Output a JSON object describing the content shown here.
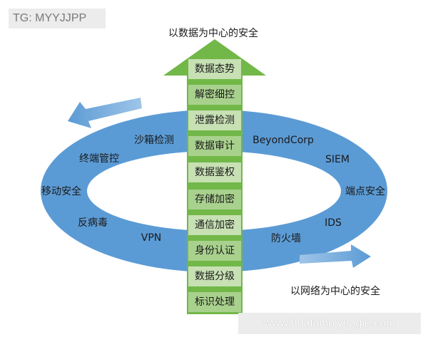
{
  "watermark": {
    "tg_label": "TG: MYYJJPP",
    "url_label": "www.huataiholyeagle.com"
  },
  "diagram": {
    "top_title": "以数据为中心的安全",
    "bottom_title": "以网络为中心的安全",
    "ring_labels": [
      "沙箱检测",
      "终端管控",
      "移动安全",
      "反病毒",
      "VPN",
      "BeyondCorp",
      "SIEM",
      "端点安全",
      "IDS",
      "防火墙"
    ],
    "stack_labels": [
      "数据态势",
      "解密细控",
      "泄露检测",
      "数据审计",
      "数据鉴权",
      "存储加密",
      "通信加密",
      "身份认证",
      "数据分级",
      "标识处理"
    ],
    "colors": {
      "ring": "#5b9bd5",
      "arrow_green": "#72b848",
      "stack_light": "#c7e0b4",
      "stack_dark": "#a9d18e",
      "flow_arrow": "#7fb2e0"
    }
  }
}
